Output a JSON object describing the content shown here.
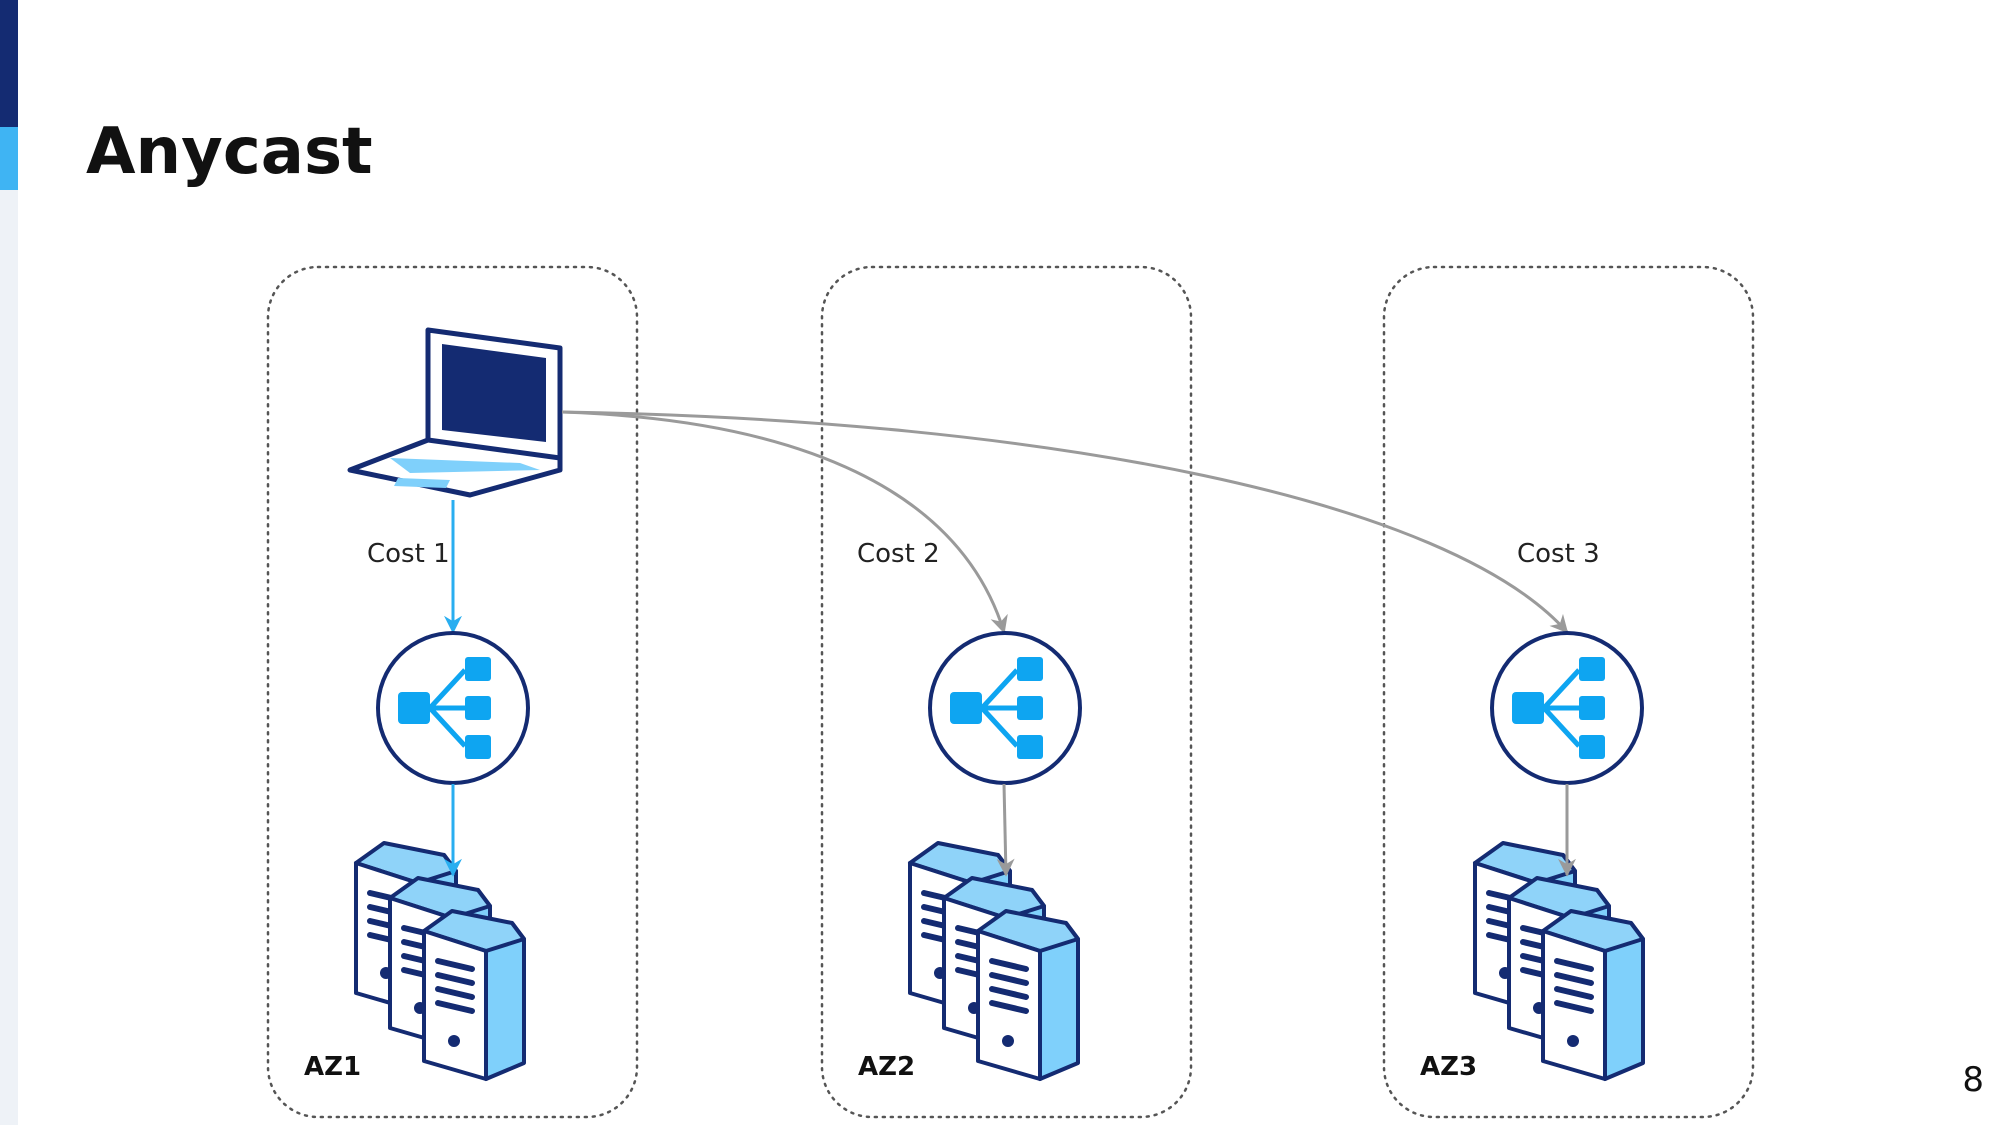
{
  "slide": {
    "title": "Anycast",
    "page_number": "8"
  },
  "zones": [
    {
      "label": "AZ1",
      "cost_label": "Cost 1"
    },
    {
      "label": "AZ2",
      "cost_label": "Cost 2"
    },
    {
      "label": "AZ3",
      "cost_label": "Cost 3"
    }
  ],
  "icons": {
    "client": "laptop-icon",
    "load_balancer": "load-balancer-icon",
    "servers": "server-stack-icon"
  },
  "colors": {
    "navy": "#142b72",
    "blue": "#0ea5f1",
    "light_blue": "#7fd0fb",
    "pale_blue": "#8fd3f9",
    "arrow_primary": "#29aef0",
    "arrow_secondary": "#9a9a9a",
    "zone_border": "#555555"
  }
}
